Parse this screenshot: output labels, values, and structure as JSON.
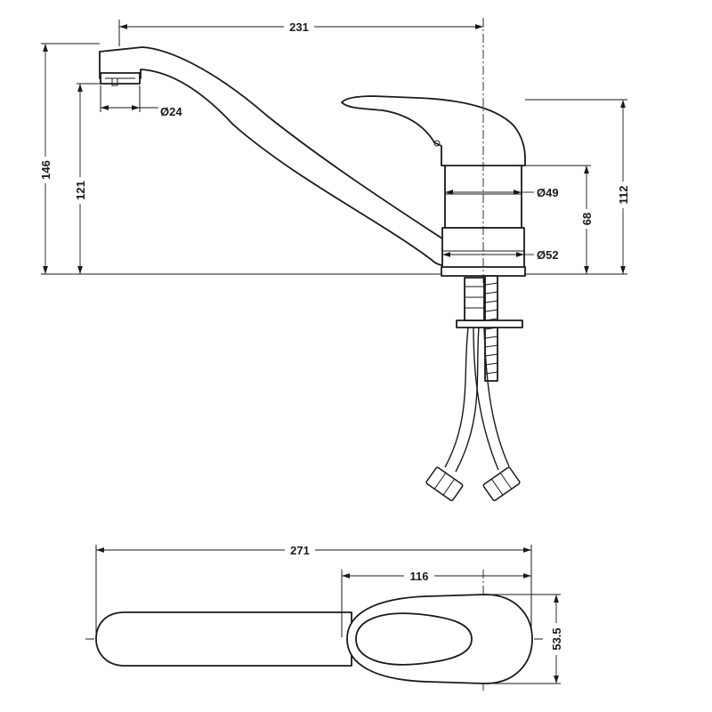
{
  "drawing": {
    "side_view": {
      "dimensions": {
        "spout_reach": "231",
        "aerator_diameter": "Ø24",
        "total_height": "146",
        "spout_height": "121",
        "body_upper_diameter": "Ø49",
        "body_base_diameter": "Ø52",
        "body_height": "68",
        "handle_height": "112"
      }
    },
    "top_view": {
      "dimensions": {
        "total_length": "271",
        "body_length": "116",
        "width": "53.5"
      }
    }
  }
}
